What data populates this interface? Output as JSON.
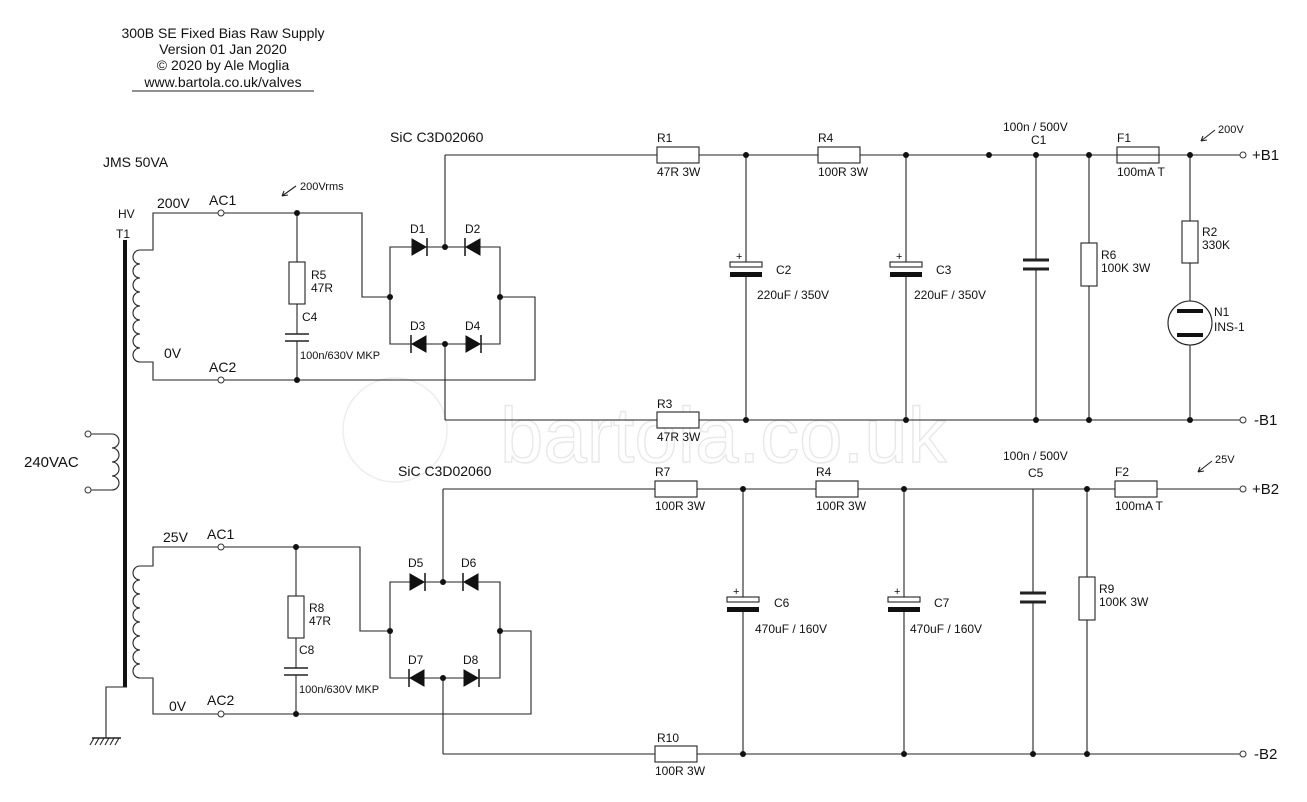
{
  "header": {
    "title": "300B SE Fixed Bias Raw Supply",
    "version": "Version 01 Jan 2020",
    "copyright": "© 2020 by Ale Moglia",
    "url": "www.bartola.co.uk/valves"
  },
  "watermark": "bartola.co.uk",
  "transformer": {
    "name": "JMS 50VA",
    "hv": "HV",
    "ref": "T1",
    "primary": "240VAC"
  },
  "b1_section": {
    "tap_high": "200V",
    "tap_low": "0V",
    "ac1": "AC1",
    "ac2": "AC2",
    "vrms_note": "200Vrms",
    "bridge": "SiC C3D02060",
    "diodes": [
      "D1",
      "D2",
      "D3",
      "D4"
    ],
    "r5": {
      "ref": "R5",
      "value": "47R"
    },
    "c4": {
      "ref": "C4",
      "value": "100n/630V MKP"
    },
    "r1": {
      "ref": "R1",
      "value": "47R 3W"
    },
    "r4": {
      "ref": "R4",
      "value": "100R 3W"
    },
    "r3": {
      "ref": "R3",
      "value": "47R 3W"
    },
    "c2": {
      "ref": "C2",
      "value": "220uF / 350V"
    },
    "c3": {
      "ref": "C3",
      "value": "220uF / 350V"
    },
    "c1": {
      "ref": "C1",
      "value": "100n / 500V"
    },
    "r6": {
      "ref": "R6",
      "value": "100K 3W"
    },
    "f1": {
      "ref": "F1",
      "value": "100mA T"
    },
    "r2": {
      "ref": "R2",
      "value": "330K"
    },
    "n1": {
      "ref": "N1",
      "value": "INS-1"
    },
    "out_voltage": "200V",
    "plus": "+B1",
    "minus": "-B1"
  },
  "b2_section": {
    "tap_high": "25V",
    "tap_low": "0V",
    "ac1": "AC1",
    "ac2": "AC2",
    "bridge": "SiC C3D02060",
    "diodes": [
      "D5",
      "D6",
      "D7",
      "D8"
    ],
    "r8": {
      "ref": "R8",
      "value": "47R"
    },
    "c8": {
      "ref": "C8",
      "value": "100n/630V MKP"
    },
    "r7": {
      "ref": "R7",
      "value": "100R 3W"
    },
    "r4": {
      "ref": "R4",
      "value": "100R 3W"
    },
    "r10": {
      "ref": "R10",
      "value": "100R 3W"
    },
    "c6": {
      "ref": "C6",
      "value": "470uF / 160V"
    },
    "c7": {
      "ref": "C7",
      "value": "470uF / 160V"
    },
    "c5": {
      "ref": "C5",
      "value": "100n / 500V"
    },
    "r9": {
      "ref": "R9",
      "value": "100K 3W"
    },
    "f2": {
      "ref": "F2",
      "value": "100mA T"
    },
    "out_voltage": "25V",
    "plus": "+B2",
    "minus": "-B2"
  }
}
